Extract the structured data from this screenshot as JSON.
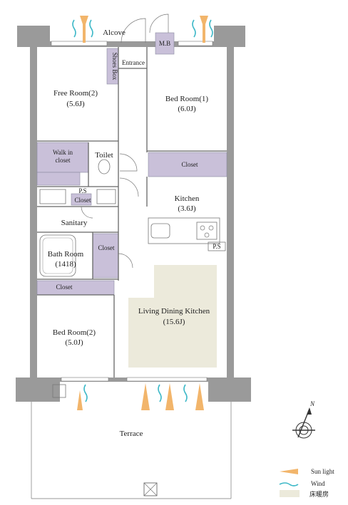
{
  "rooms": {
    "alcove": "Alcove",
    "mb": "M.B",
    "entrance": "Entrance",
    "shoes_box": "Shoes Box",
    "free_room_name": "Free Room(2)",
    "free_room_size": "(5.6J)",
    "bed_room1_name": "Bed Room(1)",
    "bed_room1_size": "(6.0J)",
    "walk_in_closet_line1": "Walk in",
    "walk_in_closet_line2": "closet",
    "toilet": "Toilet",
    "closet_top": "Closet",
    "ps_left": "P.S",
    "closet_small": "Closet",
    "kitchen_name": "Kitchen",
    "kitchen_size": "(3.6J)",
    "sanitary": "Sanitary",
    "ps_right": "P.S",
    "closet_bath": "Closet",
    "bath_room_name": "Bath Room",
    "bath_room_size": "(1418)",
    "closet_bottom": "Closet",
    "ldk_name": "Living Dining Kitchen",
    "ldk_size": "(15.6J)",
    "bed_room2_name": "Bed Room(2)",
    "bed_room2_size": "(5.0J)",
    "terrace": "Terrace"
  },
  "compass": {
    "north": "N"
  },
  "legend": {
    "sun_light": "Sun light",
    "wind": "Wind",
    "floor_heating": "床暖房"
  },
  "colors": {
    "wall": "#9a9a9a",
    "closet": "#c9c0d9",
    "floor_heating": "#eceadb",
    "sun_arrow": "#f2b56b",
    "wind": "#3fb9c8"
  }
}
